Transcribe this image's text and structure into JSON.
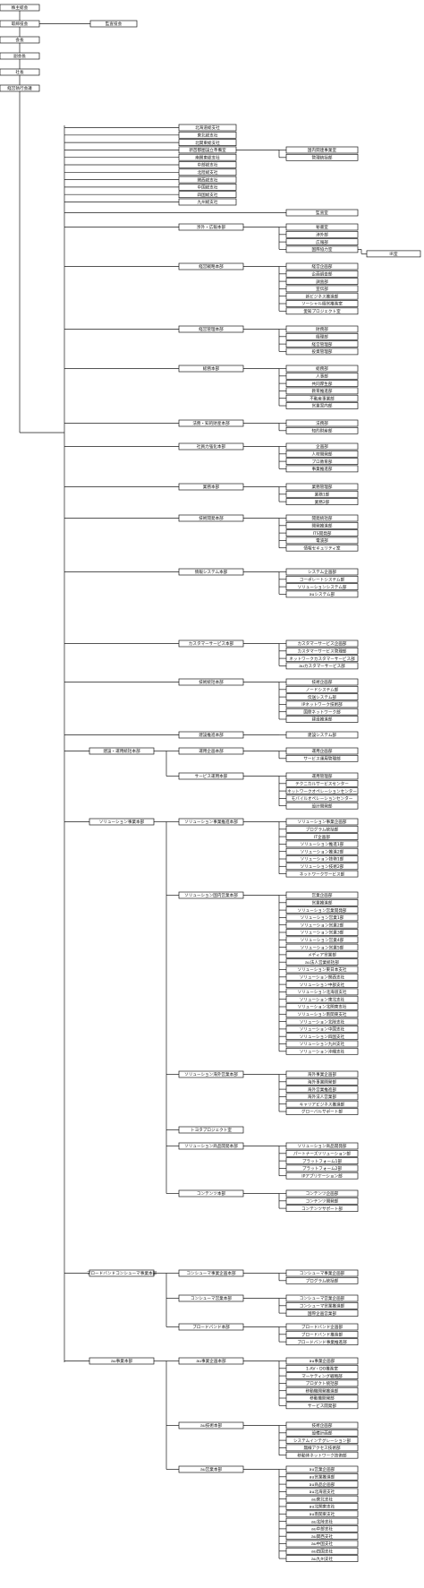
{
  "top_chain": [
    "株主総会",
    "取締役会",
    "会長",
    "副会長",
    "社長",
    "経営執行会議"
  ],
  "audit_committee": "監査役会",
  "audit_office": "監査室",
  "regions": {
    "offices": [
      "北海道総支社",
      "東北総支社",
      "北関東総支社",
      "新首都圏設立準備室",
      "南関東総支社",
      "中部総支社",
      "北陸総支社",
      "関西総支社",
      "中国総支社",
      "四国総支社",
      "九州総支社"
    ],
    "sub_of_index": 3,
    "sub": [
      "国内関連事業室",
      "管理統括部"
    ]
  },
  "divisions": [
    {
      "name": "渉外・広報本部",
      "children": [
        "秘書室",
        "渉外部",
        "広報部",
        "国際協力室"
      ],
      "extra": {
        "from_index": 3,
        "label": "IR室"
      }
    },
    {
      "name": "経営戦略本部",
      "children": [
        "経営企画部",
        "企画調査部",
        "調査部",
        "宣伝部",
        "新ビジネス推進部",
        "ソーシャル経営推進室",
        "愛知プロジェクト室"
      ]
    },
    {
      "name": "経営管理本部",
      "children": [
        "財務部",
        "経理部",
        "経営管理部",
        "投資管理部"
      ]
    },
    {
      "name": "総務本部",
      "children": [
        "総務部",
        "人事部",
        "共同厚生部",
        "教育推進部",
        "不動産事業部",
        "営業案内部"
      ]
    },
    {
      "name": "法務・知的財産本部",
      "children": [
        "法務部",
        "知的財産部"
      ]
    },
    {
      "name": "社員力強化本部",
      "children": [
        "企画部",
        "人材開発部",
        "プロ教育部",
        "事業推進部"
      ]
    },
    {
      "name": "業務本部",
      "children": [
        "業務管理部",
        "業務1部",
        "業務2部"
      ]
    },
    {
      "name": "技術開発本部",
      "children": [
        "開発統括部",
        "開発推進部",
        "ITS開発部",
        "電波部",
        "情報セキュリティ室"
      ]
    },
    {
      "name": "情報システム本部",
      "children": [
        "システム企画部",
        "コーポレートシステム部",
        "ソリューションシステム部",
        "auシステム部"
      ]
    },
    {
      "name": "カスタマーサービス本部",
      "children": [
        "カスタマーサービス企画部",
        "カスタマーサービス管理部",
        "ネットワークカスタマーサービス部",
        "auカスタマーサービス部"
      ]
    },
    {
      "name": "技術統括本部",
      "children": [
        "技術企画部",
        "ノードシステム部",
        "伝送システム部",
        "IPネットワーク技術部",
        "国際ネットワーク部",
        "建設推進部"
      ]
    },
    {
      "name": "建設推進本部",
      "children": [
        "建設システム部"
      ]
    }
  ],
  "construction_ops": {
    "name": "建設・運用統括本部",
    "subs": [
      {
        "name": "運用企画本部",
        "children": [
          "運用企画部",
          "サービス運用管理部"
        ]
      },
      {
        "name": "サービス運用本部",
        "children": [
          "運用管理部",
          "テクニカルサービスセンター",
          "ネットワークオペレーションセンター",
          "モバイルオペレーションセンター",
          "設計開発部"
        ]
      }
    ]
  },
  "solution": {
    "name": "ソリューション事業本部",
    "subs": [
      {
        "name": "ソリューション事業推進本部",
        "children": [
          "ソリューション事業企画部",
          "プログラム統括部",
          "IT企画部",
          "ソリューション推進1部",
          "ソリューション推進2部",
          "ソリューション技術1部",
          "ソリューション技術2部",
          "ネットワークサービス部"
        ]
      },
      {
        "name": "ソリューション国内営業本部",
        "children": [
          "営業企画部",
          "営業推進部",
          "ソリューション営業開発部",
          "ソリューション営業1部",
          "ソリューション営業2部",
          "ソリューション営業3部",
          "ソリューション営業4部",
          "ソリューション営業5部",
          "メディア営業部",
          "au法人営業統括部",
          "ソリューション東日本支社",
          "ソリューション関西支社",
          "ソリューション中部支社",
          "ソリューション北海道支社",
          "ソリューション東北支社",
          "ソリューション北関東支社",
          "ソリューション南関東支社",
          "ソリューション北陸支社",
          "ソリューション中国支社",
          "ソリューション四国支社",
          "ソリューション九州支社",
          "ソリューション沖縄支社"
        ]
      },
      {
        "name": "ソリューション海外営業本部",
        "children": [
          "海外事業企画部",
          "海外事業開発部",
          "海外営業推進部",
          "海外法人営業部",
          "キャリアビジネス推進部",
          "グローバルサポート部"
        ]
      },
      {
        "name": "トヨタプロジェクト室",
        "children": []
      },
      {
        "name": "ソリューション商品開発本部",
        "children": [
          "ソリューション商品開発部",
          "パートナーズソリューション部",
          "プラットフォーム1部",
          "プラットフォーム2部",
          "IPアプリケーション部"
        ]
      },
      {
        "name": "コンテンツ本部",
        "children": [
          "コンテンツ企画部",
          "コンテンツ開発部",
          "コンテンツサポート部"
        ]
      }
    ]
  },
  "broadband": {
    "name": "ブロードバンドコンシューマ事業本部",
    "subs": [
      {
        "name": "コンシューマ事業企画本部",
        "children": [
          "コンシューマ事業企画部",
          "プログラム統括部"
        ]
      },
      {
        "name": "コンシューマ営業本部",
        "children": [
          "コンシューマ営業企画部",
          "コンシューマ営業推進部",
          "国際企画営業部"
        ]
      },
      {
        "name": "ブロードバンド本部",
        "children": [
          "ブロードバンド企画部",
          "ブロードバンド推進部",
          "ブロードバンド事業推進部"
        ]
      }
    ]
  },
  "au": {
    "name": "au事業本部",
    "subs": [
      {
        "name": "au事業企画本部",
        "children": [
          "au事業企画部",
          "1-AV・DO推進室",
          "マーケティング戦略部",
          "プロダクト統括部",
          "移動機開発推進部",
          "移動機開発部",
          "サービス開発部"
        ]
      },
      {
        "name": "au技術本部",
        "children": [
          "技術企画部",
          "設備計画部",
          "システムインテグレーション部",
          "無線アクセス技術部",
          "移動体ネットワーク技術部"
        ]
      },
      {
        "name": "au営業本部",
        "children": [
          "au営業企画部",
          "au営業推進部",
          "au商品企画部",
          "au北海道支社",
          "au東北支社",
          "au北関東支社",
          "au南関東支社",
          "au北陸支社",
          "au中部支社",
          "au関西支社",
          "au中国支社",
          "au四国支社",
          "au九州支社"
        ]
      }
    ]
  }
}
